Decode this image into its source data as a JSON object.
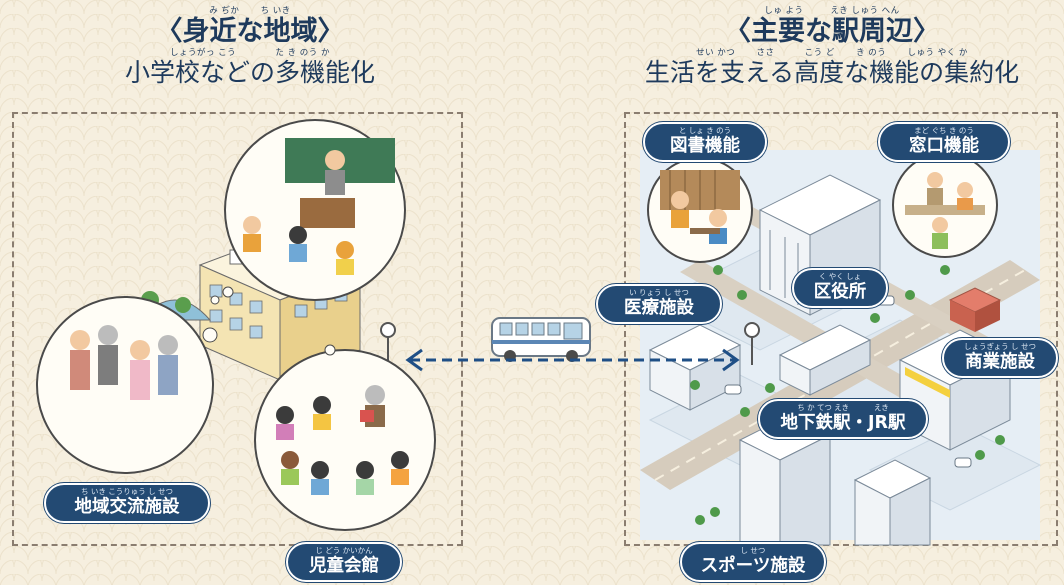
{
  "left": {
    "title": "〈身近な地域〉",
    "title_ruby": "み ぢか　　 ち いき",
    "subtitle": "小学校などの多機能化",
    "subtitle_ruby": "しょうがっ こう　　　　 た き のう か",
    "labels": [
      {
        "id": "community",
        "ruby": "ち いき こうりゅう し せつ",
        "text": "地域交流施設"
      },
      {
        "id": "childrens-hall",
        "ruby": "じ どう かいかん",
        "text": "児童会館"
      }
    ]
  },
  "right": {
    "title": "〈主要な駅周辺〉",
    "title_ruby": "しゅ よう　　　えき しゅう へん",
    "subtitle": "生活を支える高度な機能の集約化",
    "subtitle_ruby": "せい かつ　　 ささ　　　 こう ど　　 き のう　　 しゅう やく か",
    "labels": [
      {
        "id": "library",
        "ruby": "と しょ き のう",
        "text": "図書機能"
      },
      {
        "id": "counter",
        "ruby": "まど ぐち き のう",
        "text": "窓口機能"
      },
      {
        "id": "medical",
        "ruby": "い りょう し せつ",
        "text": "医療施設"
      },
      {
        "id": "ward-office",
        "ruby": "く やく しょ",
        "text": "区役所"
      },
      {
        "id": "commercial",
        "ruby": "しょうぎょう し せつ",
        "text": "商業施設"
      },
      {
        "id": "station",
        "ruby": "ち か てつ えき　　　 えき",
        "text": "地下鉄駅・JR駅"
      },
      {
        "id": "sports",
        "ruby": "し せつ",
        "text": "スポーツ施設"
      }
    ]
  },
  "colors": {
    "navy": "#234a73",
    "heading_text": "#1e3a5c",
    "background": "#f6efdf",
    "frame_border": "#8a7d70",
    "arrow": "#1f4f86",
    "road": "#d6ccbd",
    "ground": "#e6eef5"
  }
}
